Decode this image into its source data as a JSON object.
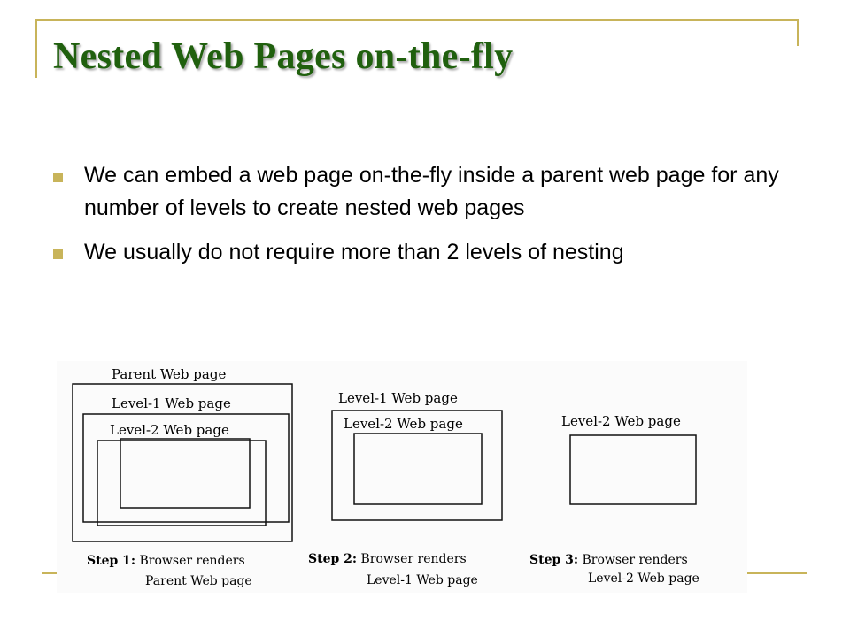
{
  "slide": {
    "title": "Nested Web Pages on-the-fly",
    "bullets": [
      "We can embed a web page on-the-fly inside a parent web page for any number of levels to create nested web pages",
      "We usually do not require more than 2 levels of nesting"
    ]
  },
  "figure": {
    "panel1": {
      "parent_label": "Parent Web page",
      "level1_label": "Level-1  Web  page",
      "level2_label": "Level-2  Web  page",
      "step_bold": "Step 1:",
      "step_text": " Browser renders",
      "step_line2": "Parent Web page"
    },
    "panel2": {
      "level1_label": "Level-1  Web  page",
      "level2_label": "Level-2  Web  page",
      "step_bold": "Step 2:",
      "step_text": " Browser renders",
      "step_line2": "Level-1  Web  page"
    },
    "panel3": {
      "level2_label": "Level-2  Web  page",
      "step_bold": "Step 3:",
      "step_text": " Browser renders",
      "step_line2": "Level-2  Web  page"
    }
  },
  "colors": {
    "title": "#20600e",
    "accent": "#c8b45a"
  }
}
